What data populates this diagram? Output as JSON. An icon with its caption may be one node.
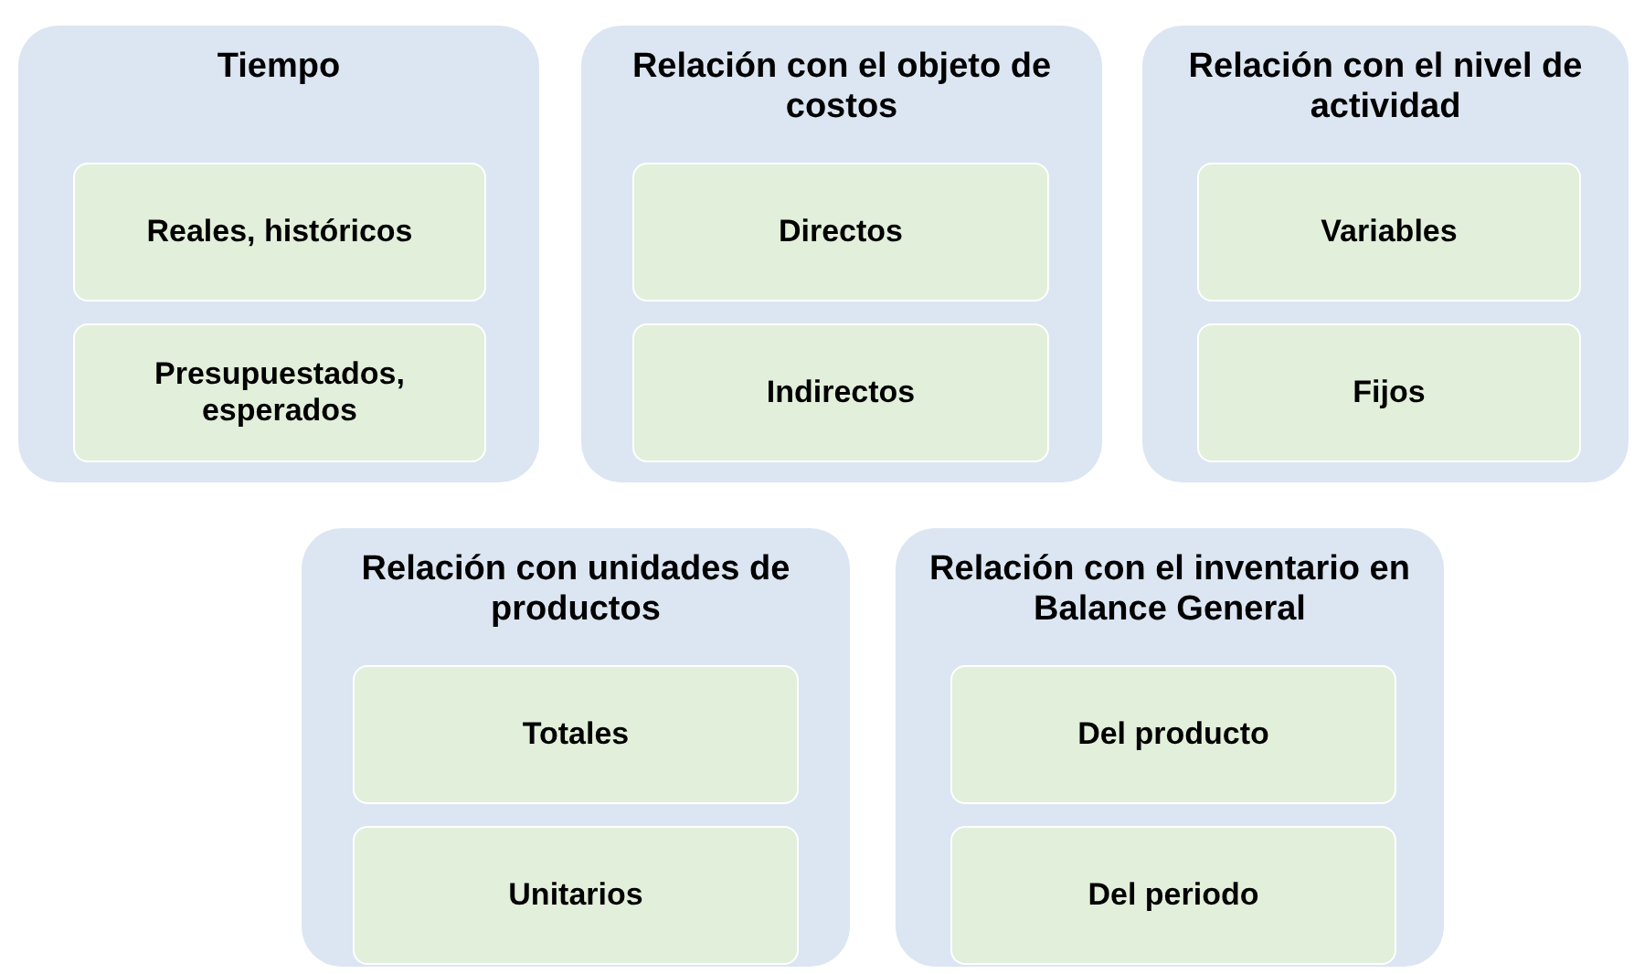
{
  "diagram": {
    "nodes": [
      {
        "text": [
          "Tiempo"
        ]
      },
      {
        "text": [
          "Reales, históricos"
        ],
        "in": 0
      },
      {
        "text": [
          "Presupuestados, esperados"
        ],
        "in": 0
      },
      {
        "text": [
          "Relación con el objeto de costos"
        ]
      },
      {
        "text": [
          "Directos"
        ],
        "in": 3
      },
      {
        "text": [
          "Indirectos"
        ],
        "in": 3
      },
      {
        "text": [
          "Relación con el nivel de actividad"
        ]
      },
      {
        "text": [
          "Variables"
        ],
        "in": 6
      },
      {
        "text": [
          "Fijos"
        ],
        "in": 6
      },
      {
        "text": [
          "Relación con unidades de productos"
        ]
      },
      {
        "text": [
          "Totales"
        ],
        "in": 9
      },
      {
        "text": [
          "Unitarios"
        ],
        "in": 9
      },
      {
        "text": [
          "Relación con el inventario en Balance General"
        ]
      },
      {
        "text": [
          "Del producto"
        ],
        "in": 12
      },
      {
        "text": [
          "Del periodo"
        ],
        "in": 12
      }
    ]
  }
}
